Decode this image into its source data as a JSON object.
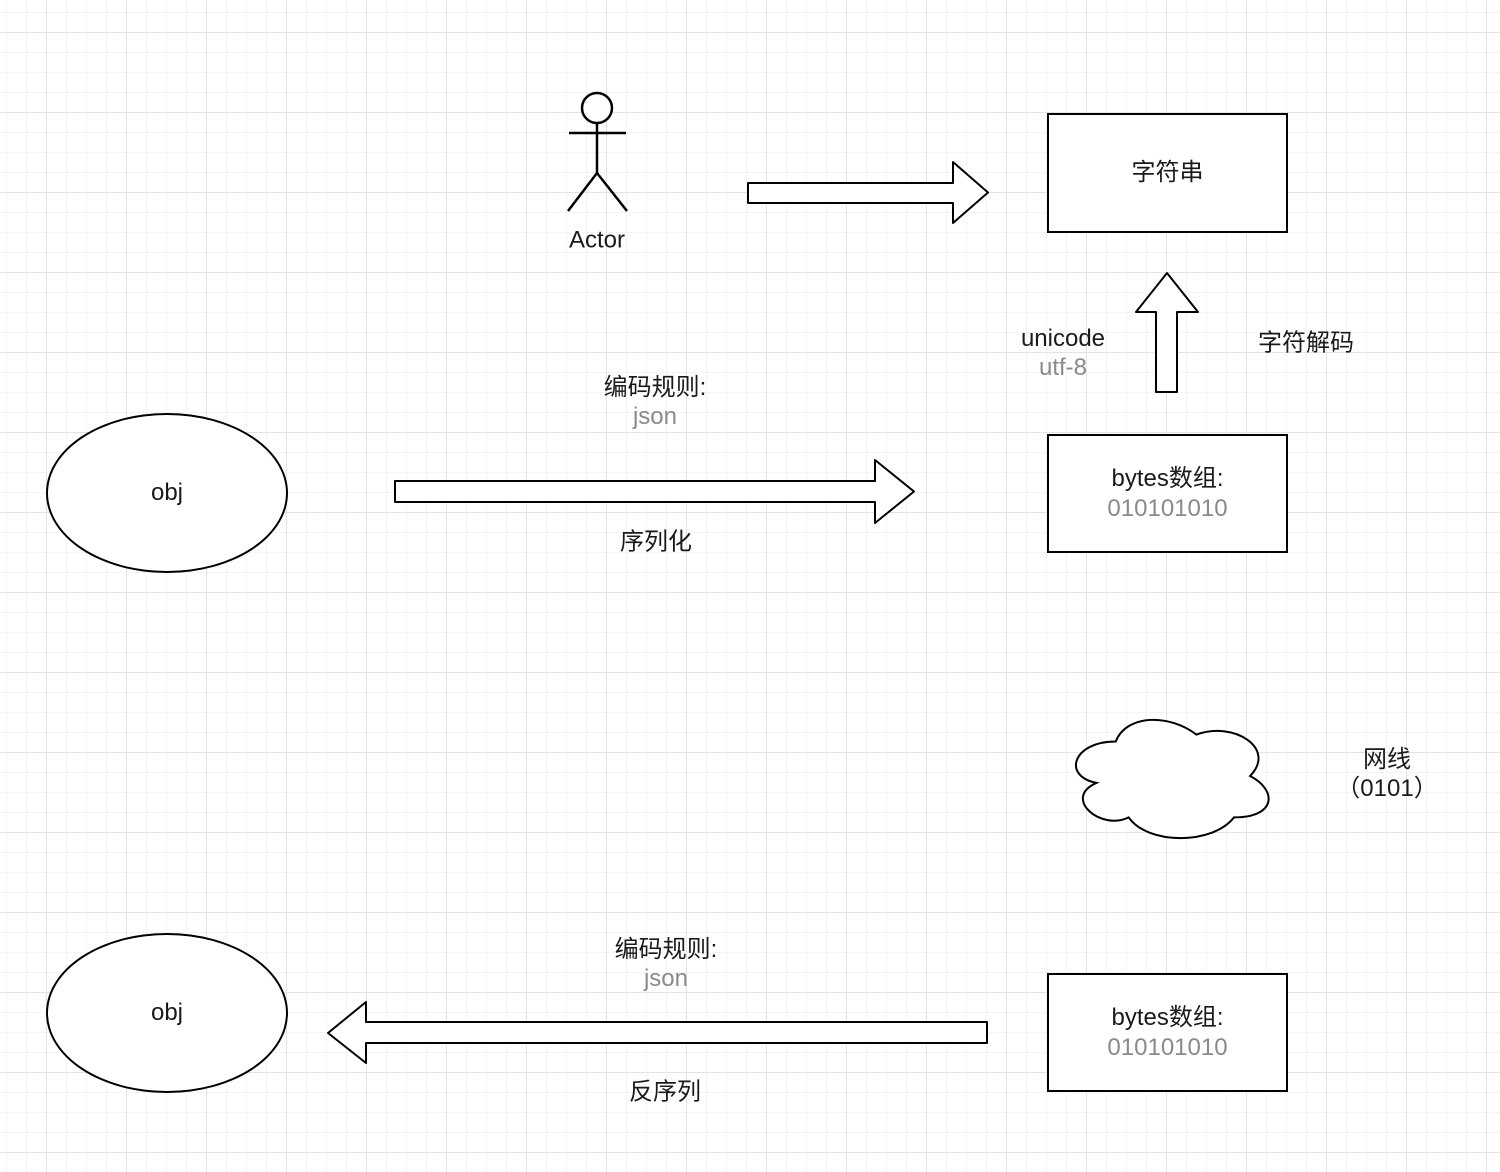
{
  "canvas": {
    "background": "#ffffff",
    "grid_minor_color": "#f4f4f4",
    "grid_major_color": "#e3e3e3"
  },
  "colors": {
    "stroke": "#000000",
    "text_primary": "#1a1a1a",
    "text_secondary": "#8a8a8a"
  },
  "nodes": {
    "actor": {
      "label": "Actor"
    },
    "string_box": {
      "label": "字符串"
    },
    "bytes_box_top": {
      "title": "bytes数组:",
      "value": "010101010"
    },
    "bytes_box_bottom": {
      "title": "bytes数组:",
      "value": "010101010"
    },
    "obj_top": {
      "label": "obj"
    },
    "obj_bottom": {
      "label": "obj"
    },
    "cloud": {
      "label_line1": "网线",
      "label_line2": "（0101）"
    }
  },
  "labels": {
    "unicode_line1": "unicode",
    "unicode_line2": "utf-8",
    "decode": "字符解码",
    "encode_rule_top_line1": "编码规则:",
    "encode_rule_top_line2": "json",
    "serialize": "序列化",
    "encode_rule_bottom_line1": "编码规则:",
    "encode_rule_bottom_line2": "json",
    "deserialize": "反序列"
  }
}
